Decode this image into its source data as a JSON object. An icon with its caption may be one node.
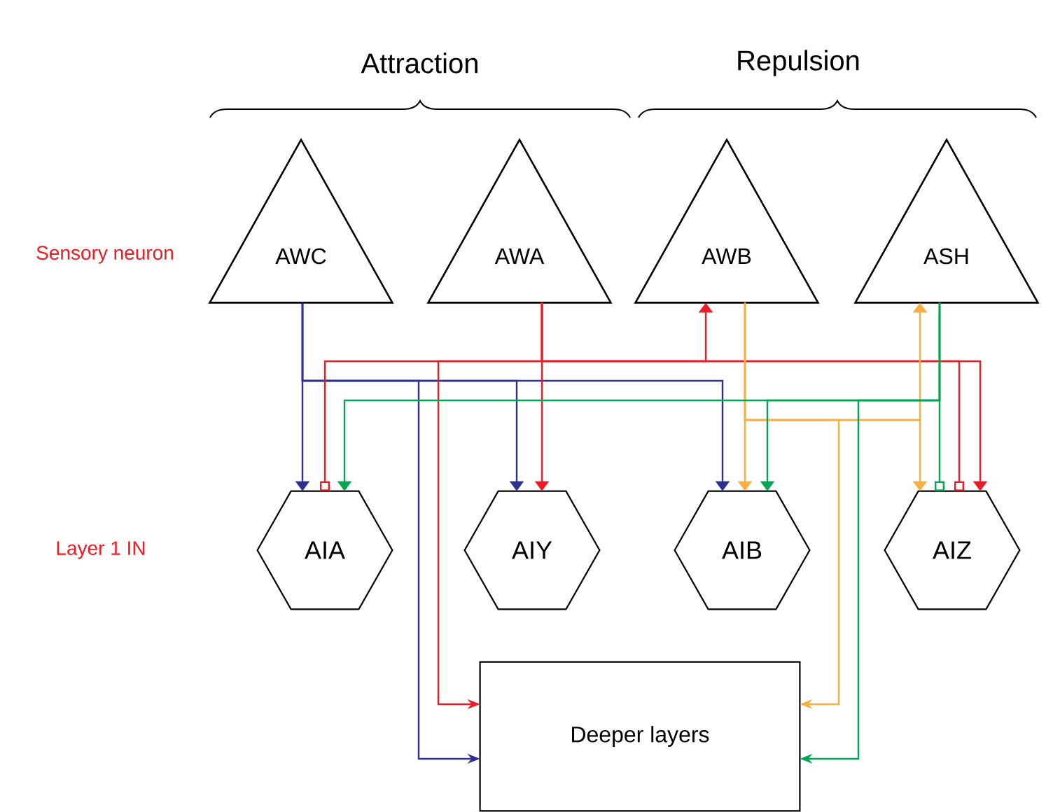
{
  "diagram": {
    "nodes": [
      {
        "text": [
          "AWC"
        ]
      },
      {
        "text": [
          "AWA"
        ]
      },
      {
        "text": [
          "AWB"
        ]
      },
      {
        "text": [
          "ASH"
        ]
      },
      {
        "text": [
          "AIA"
        ]
      },
      {
        "text": [
          "AIY"
        ]
      },
      {
        "text": [
          "AIB"
        ]
      },
      {
        "text": [
          "AIZ"
        ]
      },
      {
        "text": [
          "Deeper layers"
        ]
      }
    ],
    "edges": [
      {
        "from": 0,
        "to": 4,
        "arrow": "to",
        "color": "#2e3192"
      },
      {
        "from": 0,
        "to": 5,
        "arrow": "to",
        "color": "#2e3192"
      },
      {
        "from": 0,
        "to": 6,
        "arrow": "to",
        "color": "#2e3192"
      },
      {
        "from": 0,
        "to": 8,
        "arrow": "to",
        "color": "#2e3192"
      },
      {
        "from": 1,
        "to": 5,
        "arrow": "to",
        "color": "#ed1c24"
      },
      {
        "from": 1,
        "to": 4,
        "arrow": "other",
        "color": "#ed1c24"
      },
      {
        "from": 1,
        "to": 8,
        "arrow": "to",
        "color": "#ed1c24"
      },
      {
        "from": 1,
        "to": 2,
        "arrow": "to",
        "color": "#ed1c24"
      },
      {
        "from": 1,
        "to": 7,
        "arrow": "other",
        "color": "#ed1c24"
      },
      {
        "from": 1,
        "to": 7,
        "arrow": "to",
        "color": "#ed1c24"
      },
      {
        "from": 2,
        "to": 6,
        "arrow": "to",
        "color": "#f9ae42"
      },
      {
        "from": 2,
        "to": 3,
        "arrow": "to",
        "color": "#f9ae42"
      },
      {
        "from": 2,
        "to": 7,
        "arrow": "to",
        "color": "#f9ae42"
      },
      {
        "from": 2,
        "to": 8,
        "arrow": "to",
        "color": "#f9ae42"
      },
      {
        "from": 3,
        "to": 7,
        "arrow": "other",
        "color": "#00a651"
      },
      {
        "from": 3,
        "to": 4,
        "arrow": "to",
        "color": "#00a651"
      },
      {
        "from": 3,
        "to": 6,
        "arrow": "to",
        "color": "#00a651"
      },
      {
        "from": 3,
        "to": 8,
        "arrow": "to",
        "color": "#00a651"
      }
    ],
    "labels": [
      "Attraction",
      "Repulsion",
      "Sensory neuron",
      "Layer 1 IN"
    ]
  }
}
